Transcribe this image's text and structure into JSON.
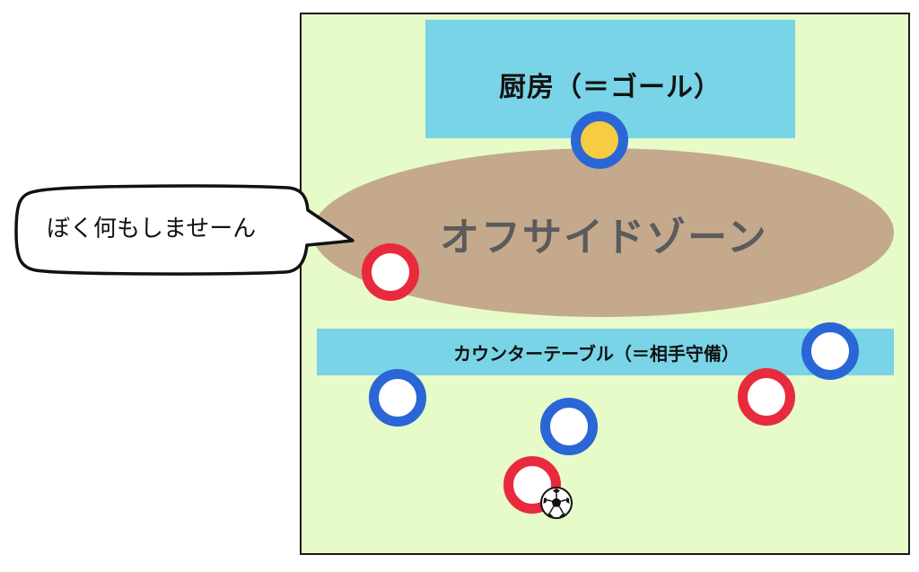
{
  "zones": {
    "kitchen_label": "厨房（＝ゴール）",
    "offside_label": "オフサイドゾーン",
    "counter_label": "カウンターテーブル（＝相手守備）"
  },
  "speech_bubble": {
    "text": "ぼく何もしませーん"
  },
  "colors": {
    "field": "#e6fbc8",
    "zone_blue": "#78d4e6",
    "offside": "#c4a98c",
    "team_blue": "#2a66d6",
    "team_red": "#e82a3c",
    "keeper_core": "#f7cb42"
  }
}
